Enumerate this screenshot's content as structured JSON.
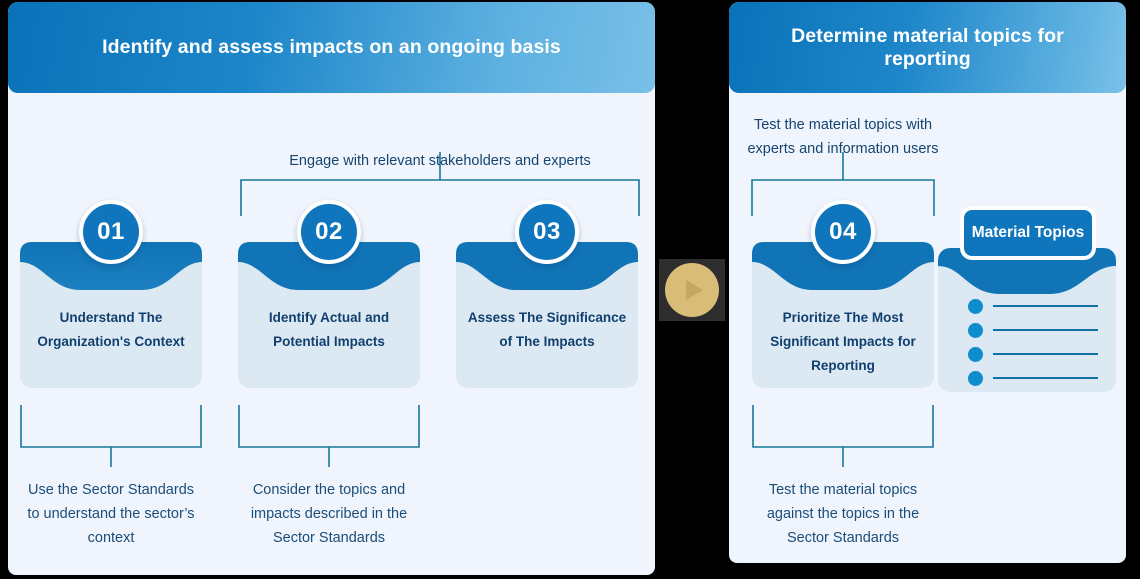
{
  "panels": {
    "left": {
      "title": "Identify and assess impacts on an ongoing basis",
      "header_gradient_from": "#0a72b9",
      "header_gradient_to": "#79c0e8",
      "background": "#f0f4fd"
    },
    "right": {
      "title": "Determine material topics for reporting",
      "header_gradient_from": "#0a72b9",
      "header_gradient_to": "#7cc2e9",
      "background": "#f0f4fd"
    }
  },
  "steps": [
    {
      "number": "01",
      "title": "Understand The Organization's Context"
    },
    {
      "number": "02",
      "title": "Identify Actual and Potential Impacts"
    },
    {
      "number": "03",
      "title": "Assess The Significance of The Impacts"
    },
    {
      "number": "04",
      "title": "Prioritize The Most Significant Impacts for Reporting"
    }
  ],
  "top_captions": [
    {
      "id": "engage",
      "text": "Engage with relevant stakeholders and experts"
    },
    {
      "id": "test-material",
      "line1": "Test the material  topics with",
      "line2": "experts and information users"
    }
  ],
  "bottom_captions": [
    {
      "id": "sector-standards-context",
      "line1": "Use the Sector Standards",
      "line2": "to understand the sector’s",
      "line3": "context"
    },
    {
      "id": "consider-topics",
      "line1": "Consider the topics and",
      "line2": "impacts described in the",
      "line3": "Sector Standards"
    },
    {
      "id": "test-against",
      "line1": "Test the material topics",
      "line2": "against the topics in the",
      "line3": "Sector Standards"
    }
  ],
  "material_card": {
    "badge_label": "Material Topios",
    "list_rows": 4,
    "bullet_color": "#0f8ccd",
    "line_color": "#1270a8",
    "body_color": "#dce9f2"
  },
  "play_button": {
    "icon": "play-icon",
    "color": "#d8bc78"
  },
  "colors": {
    "brand_blue": "#0f76bd",
    "card_body": "#dce9f2",
    "panel_bg": "#f0f4fd",
    "connector": "#17789c",
    "text_dark": "#103f70",
    "caption": "#1a4e79",
    "page_bg": "#000000"
  }
}
